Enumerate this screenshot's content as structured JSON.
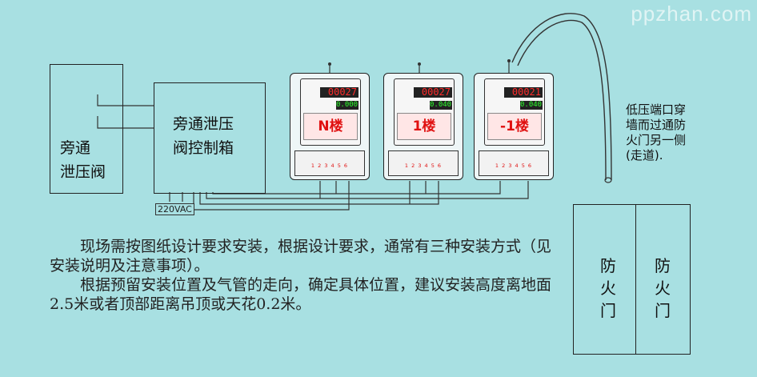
{
  "watermark": "ppzhan.com",
  "valve": {
    "label_line1": "旁通",
    "label_line2": "泄压阀"
  },
  "control_box": {
    "label_line1": "旁通泄压",
    "label_line2": "阀控制箱",
    "power": "220VAC"
  },
  "devices": [
    {
      "floor": "N楼",
      "red_display": "00027",
      "green_display": "0.000"
    },
    {
      "floor": "1楼",
      "red_display": "00027",
      "green_display": "0.040"
    },
    {
      "floor": "-1楼",
      "red_display": "00021",
      "green_display": "0.040"
    }
  ],
  "terminal_numbers": "1 2 3 4 5 6",
  "pipe_note": {
    "l1": "低压端口穿",
    "l2": "墙而过通防",
    "l3": "火门另一侧",
    "l4": "(走道)."
  },
  "fire_door": {
    "left": [
      "防",
      "火",
      "门"
    ],
    "right": [
      "防",
      "火",
      "门"
    ]
  },
  "instructions": {
    "p1": "现场需按图纸设计要求安装，根据设计要求，通常有三种安装方式（见安装说明及注意事项）。",
    "p2": "根据预留安装位置及气管的走向，确定具体位置，建议安装高度离地面2.5米或者顶部距离吊顶或天花0.2米。"
  }
}
